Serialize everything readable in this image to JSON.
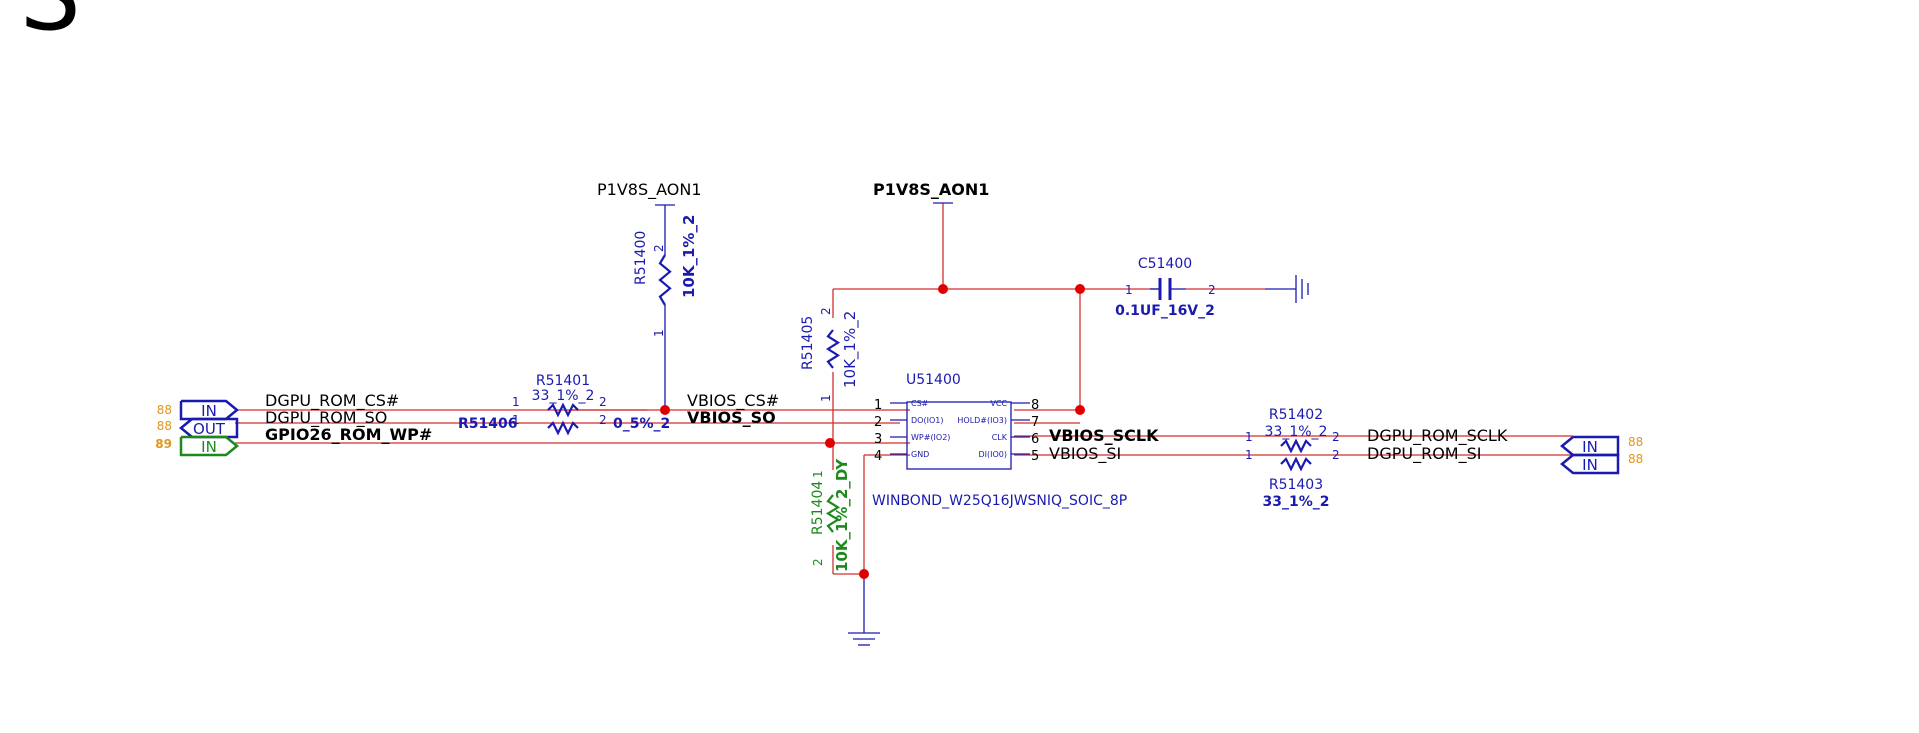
{
  "page": {
    "title_fragment": "PS"
  },
  "colors": {
    "wire": "#d32f2f",
    "power": "#1a1ab0",
    "component": "#1a1ab0",
    "connector_blue": "#1a1ab0",
    "connector_green": "#1b8a1b",
    "page_ref": "#e0961e",
    "junction": "#e00000",
    "text_black": "#000000"
  },
  "power_labels": {
    "left": "P1V8S_AON1",
    "right": "P1V8S_AON1"
  },
  "connectors": [
    {
      "label": "IN",
      "page": "88",
      "net": "DGPU_ROM_CS#",
      "color": "connector_blue"
    },
    {
      "label": "OUT",
      "page": "88",
      "net": "DGPU_ROM_SO",
      "color": "connector_blue"
    },
    {
      "label": "IN",
      "page": "89",
      "net": "GPIO26_ROM_WP#",
      "color": "connector_green"
    },
    {
      "label": "IN",
      "page": "88",
      "net": "DGPU_ROM_SCLK",
      "color": "connector_blue"
    },
    {
      "label": "IN",
      "page": "88",
      "net": "DGPU_ROM_SI",
      "color": "connector_blue"
    }
  ],
  "resistors": {
    "r51400": {
      "ref": "R51400",
      "value": "10K_1%_2",
      "pin1": "1",
      "pin2": "2"
    },
    "r51401": {
      "ref": "R51401",
      "value": "33_1%_2",
      "pin1": "1",
      "pin2": "2"
    },
    "r51406": {
      "ref": "R51406",
      "value": "0_5%_2",
      "pin1": "1",
      "pin2": "2"
    },
    "r51405": {
      "ref": "R51405",
      "value": "10K_1%_2",
      "pin1": "1",
      "pin2": "2"
    },
    "r51404": {
      "ref": "R51404",
      "value": "10K_1%_2_DY",
      "pin1": "1",
      "pin2": "2"
    },
    "r51402": {
      "ref": "R51402",
      "value": "33_1%_2",
      "pin1": "1",
      "pin2": "2"
    },
    "r51403": {
      "ref": "R51403",
      "value": "33_1%_2",
      "pin1": "1",
      "pin2": "2"
    }
  },
  "capacitor": {
    "ref": "C51400",
    "value": "0.1UF_16V_2",
    "pin1": "1",
    "pin2": "2"
  },
  "nets": {
    "vbios_cs": "VBIOS_CS#",
    "vbios_so": "VBIOS_SO",
    "vbios_sclk": "VBIOS_SCLK",
    "vbios_si": "VBIOS_SI"
  },
  "ic": {
    "ref": "U51400",
    "part": "WINBOND_W25Q16JWSNIQ_SOIC_8P",
    "pins_left": [
      {
        "num": "1",
        "name": "CS#"
      },
      {
        "num": "2",
        "name": "DO(IO1)"
      },
      {
        "num": "3",
        "name": "WP#(IO2)"
      },
      {
        "num": "4",
        "name": "GND"
      }
    ],
    "pins_right": [
      {
        "num": "8",
        "name": "VCC"
      },
      {
        "num": "7",
        "name": "HOLD#(IO3)"
      },
      {
        "num": "6",
        "name": "CLK"
      },
      {
        "num": "5",
        "name": "DI(IO0)"
      }
    ]
  }
}
